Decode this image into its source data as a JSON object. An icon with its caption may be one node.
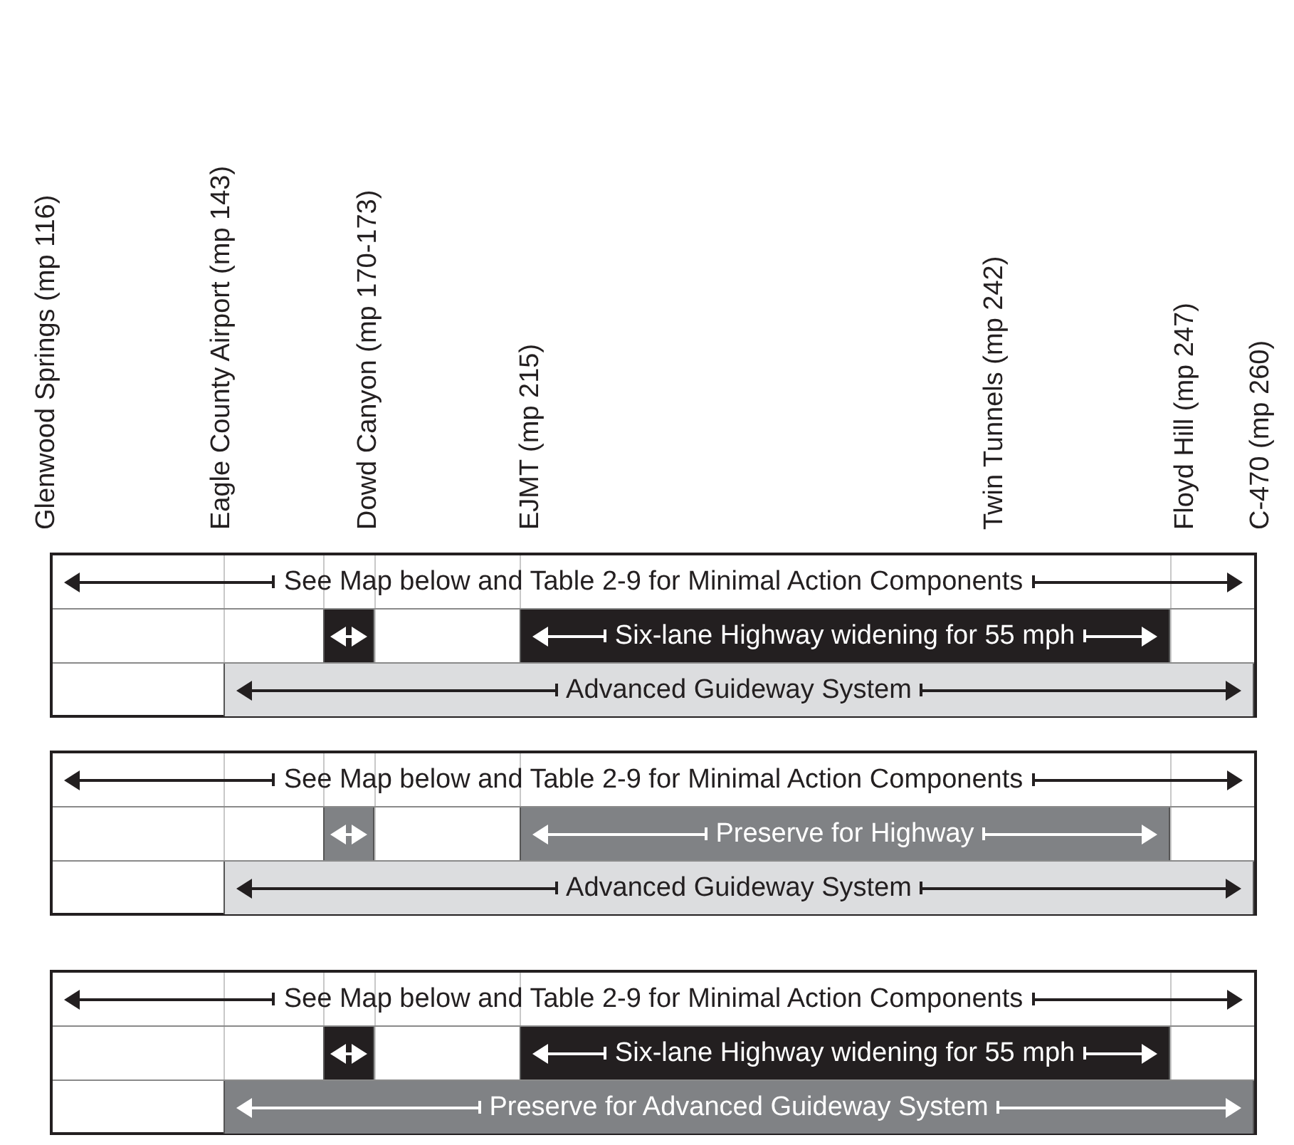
{
  "diagram": {
    "nodes": [
      {
        "text": [
          "See Map below and Table 2-9 for Minimal Action Components"
        ]
      },
      {
        "text": [],
        "shape": "bar"
      },
      {
        "text": [
          "Six-lane Highway widening for 55 mph"
        ]
      },
      {
        "text": [
          "Advanced Guideway System"
        ]
      },
      {
        "text": [
          "See Map below and Table 2-9 for Minimal Action Components"
        ]
      },
      {
        "text": [],
        "shape": "bar"
      },
      {
        "text": [
          "Preserve for Highway"
        ]
      },
      {
        "text": [
          "Advanced Guideway System"
        ]
      },
      {
        "text": [
          "See Map below and Table 2-9 for Minimal Action Components"
        ]
      },
      {
        "text": [],
        "shape": "bar"
      },
      {
        "text": [
          "Six-lane Highway widening for 55 mph"
        ]
      },
      {
        "text": [
          "Preserve for Advanced Guideway System"
        ]
      }
    ],
    "labels": [
      "Glenwood Springs (mp 116)",
      "Eagle County Airport (mp 143)",
      "Dowd Canyon (mp 170-173)",
      "EJMT (mp 215)",
      "Twin Tunnels (mp 242)",
      "Floyd Hill (mp 247)",
      "C-470 (mp 260)"
    ]
  }
}
